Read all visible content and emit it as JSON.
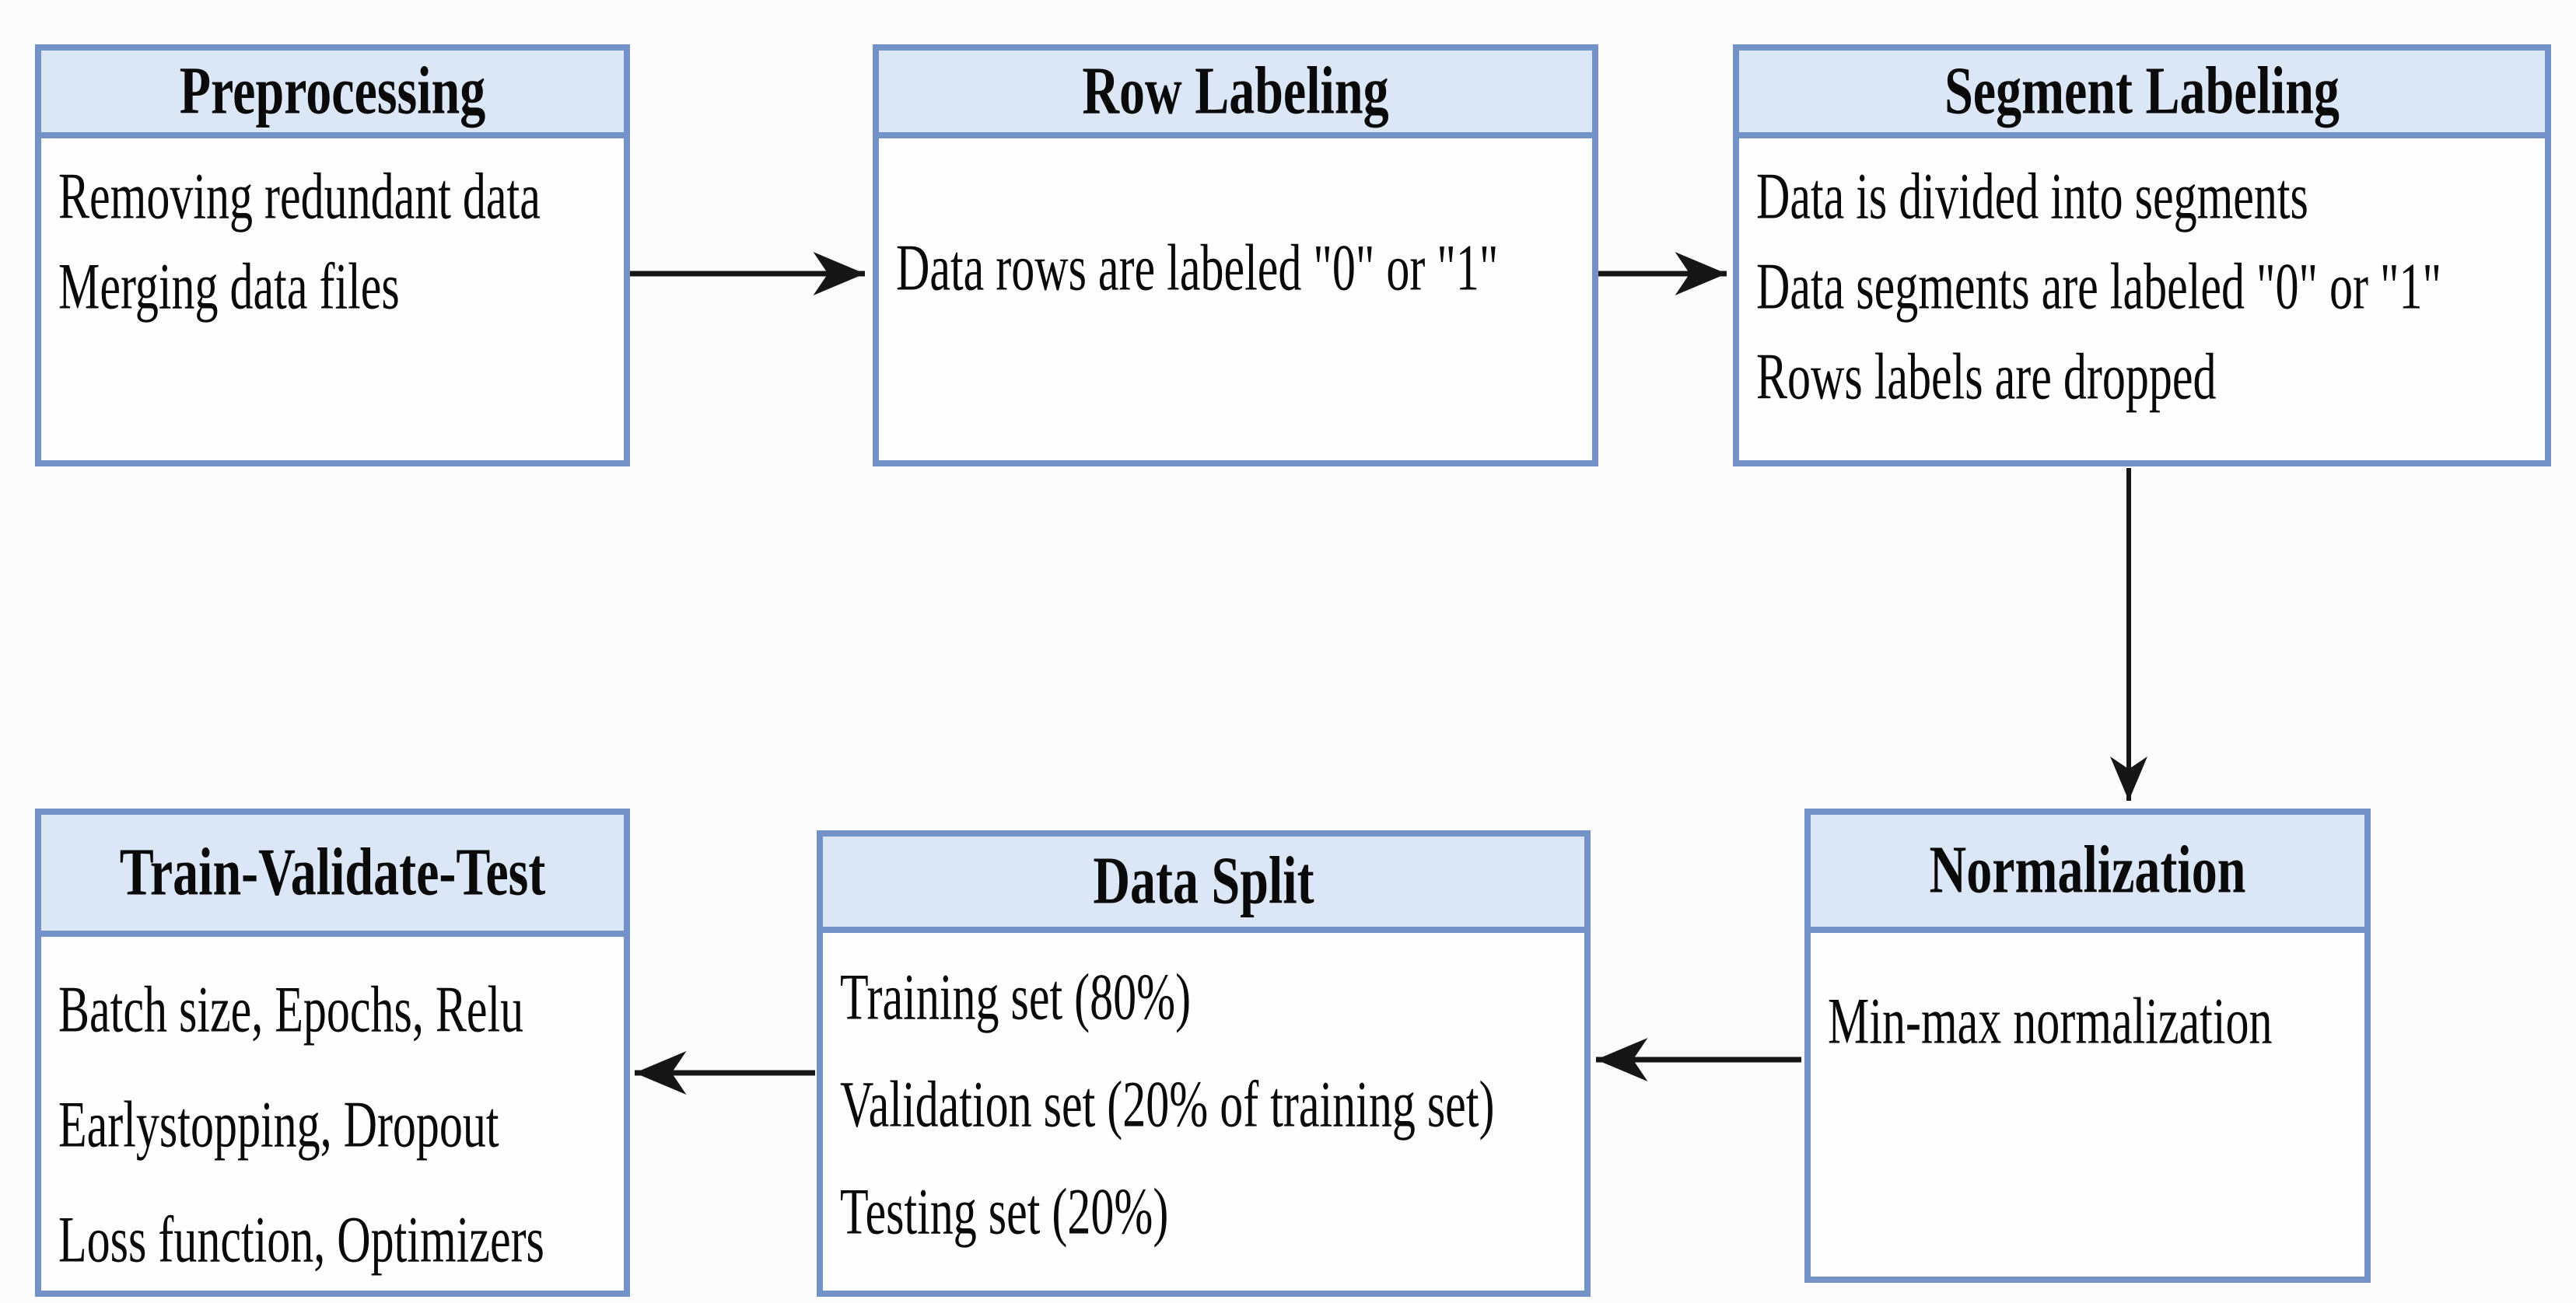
{
  "diagram": {
    "colors": {
      "border": "#7392c8",
      "header_fill": "#dbe6f6",
      "body_fill": "#fefefe",
      "text": "#0a0a0a",
      "arrow": "#161616",
      "page_bg": "#fcfcfc"
    },
    "boxes": [
      {
        "id": "preprocessing",
        "title": "Preprocessing",
        "lines": [
          "Removing redundant data",
          "Merging data files"
        ]
      },
      {
        "id": "row-labeling",
        "title": "Row Labeling",
        "lines": [
          "Data rows are labeled \"0\" or \"1\""
        ]
      },
      {
        "id": "segment-labeling",
        "title": "Segment Labeling",
        "lines": [
          "Data is divided into segments",
          "Data segments are labeled \"0\" or \"1\"",
          "Rows labels are dropped"
        ]
      },
      {
        "id": "train-validate-test",
        "title": "Train-Validate-Test",
        "lines": [
          "Batch size, Epochs, Relu",
          "Earlystopping, Dropout",
          "Loss function, Optimizers"
        ]
      },
      {
        "id": "data-split",
        "title": "Data Split",
        "lines": [
          "Training set (80%)",
          "Validation set (20% of training set)",
          "Testing set (20%)"
        ]
      },
      {
        "id": "normalization",
        "title": "Normalization",
        "lines": [
          "Min-max normalization"
        ]
      }
    ],
    "connections": [
      {
        "from": "Preprocessing",
        "to": "Row Labeling"
      },
      {
        "from": "Row Labeling",
        "to": "Segment Labeling"
      },
      {
        "from": "Segment Labeling",
        "to": "Normalization"
      },
      {
        "from": "Normalization",
        "to": "Data Split"
      },
      {
        "from": "Data Split",
        "to": "Train-Validate-Test"
      }
    ]
  }
}
